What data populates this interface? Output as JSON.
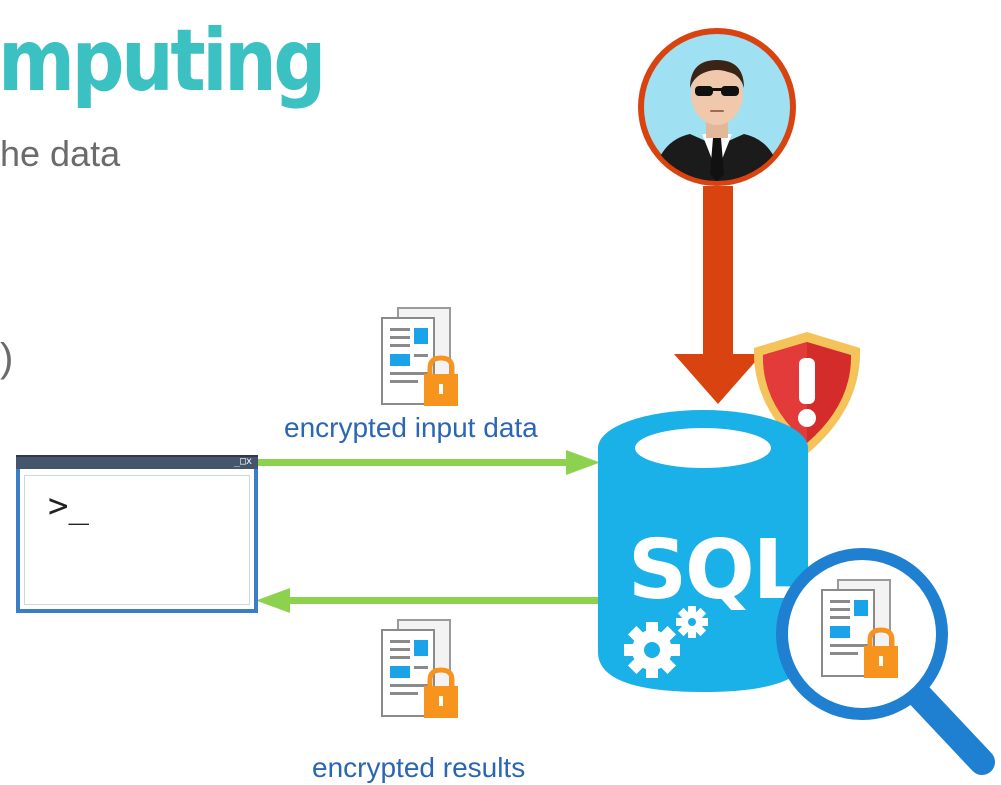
{
  "heading": {
    "title": "mputing",
    "subtitle": "he data",
    "paren": ")"
  },
  "labels": {
    "encrypted_input": "encrypted input data",
    "encrypted_results": "encrypted results"
  },
  "database": {
    "label": "SQL"
  },
  "console": {
    "prompt": ">_",
    "window_controls": "_□x"
  },
  "colors": {
    "title": "#3cc1c3",
    "label": "#2b66b3",
    "arrow_green": "#8dd24f",
    "arrow_red": "#d8430f",
    "database": "#1ab0e8",
    "shield": "#d42b2b",
    "lock": "#f7941d",
    "magnifier": "#1f7fd0"
  },
  "icons": [
    "attacker-avatar-icon",
    "warning-shield-icon",
    "document-lock-icon",
    "gears-icon",
    "magnifier-icon",
    "console-window-icon"
  ]
}
